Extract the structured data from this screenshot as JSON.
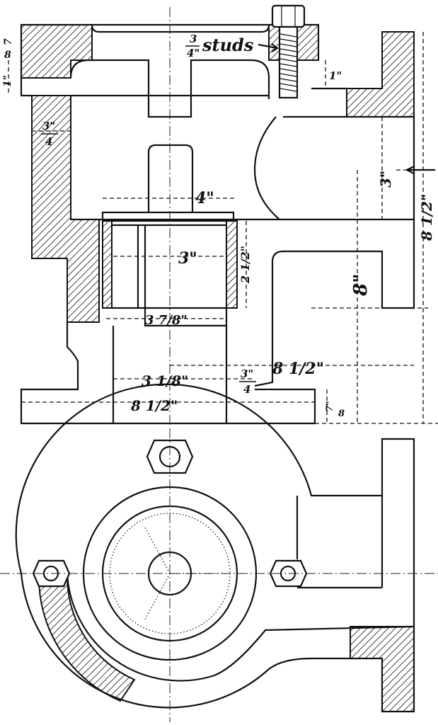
{
  "labels": {
    "studs": "studs",
    "studs_size_num": "3",
    "studs_size_den": "4\""
  },
  "dimensions": {
    "flange_thickness_top": "1\"",
    "left_flange_num": "7",
    "left_flange_den": "8",
    "left_one_inch": "1\"",
    "wall_num": "3\"",
    "wall_den": "4",
    "bore_width": "4\"",
    "bore_inner": "3\"",
    "bore_depth": "2 1/2\"",
    "small_bore": "3 7/8\"",
    "outlet_height": "3\"",
    "total_height_right": "8 1/2\"",
    "height_8": "8\"",
    "base_width_upper": "8 1/2\"",
    "base_diam": "3 1/8\"",
    "base_offset_num": "3\"",
    "base_offset_den": "4",
    "base_width_lower": "8 1/2\"",
    "base_thickness_num": "7\"",
    "base_thickness_den": "8"
  }
}
